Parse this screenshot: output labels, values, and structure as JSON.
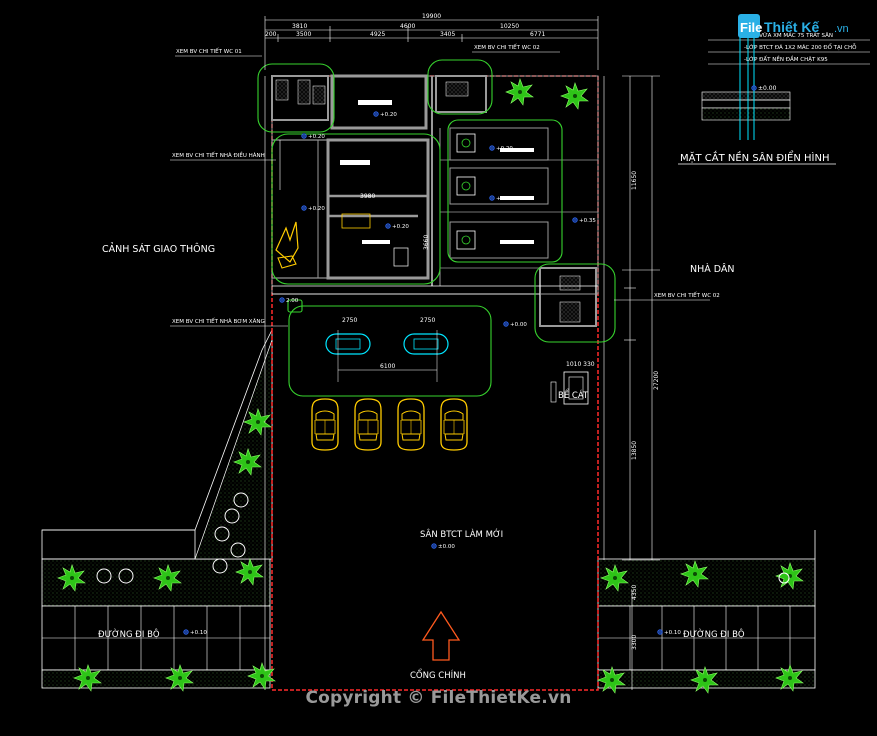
{
  "labels": {
    "canh_sat": "CẢNH SÁT GIAO THÔNG",
    "nha_dan": "NHÀ DÂN",
    "san": "SÂN BTCT LÀM MỚI",
    "cong_chinh": "CỔNG CHÍNH",
    "be_cat": "BỂ CÁT",
    "duong_di_bo_left": "ĐƯỜNG ĐI BỘ",
    "duong_di_bo_right": "ĐƯỜNG ĐI BỘ",
    "mat_cat": "MẶT CẮT NỀN SÂN ĐIỂN HÌNH"
  },
  "references": {
    "wc1": "XEM BV CHI TIẾT WC 01",
    "wc2_top": "XEM BV CHI TIẾT WC 02",
    "dieu_hanh": "XEM BV CHI TIẾT NHÀ ĐIỀU HÀNH",
    "bom_xang": "XEM BV CHI TIẾT NHÀ BƠM XĂNG",
    "wc2_right": "XEM BV CHI TIẾT WC 02"
  },
  "legend_lines": [
    "-LỚP VỮA XM MÁC 75 TRÁT SÂN",
    "-LỚP BTCT ĐÁ 1X2 MÁC 200 ĐỔ TẠI CHỖ",
    "-LỚP ĐẤT NỀN ĐẦM CHẶT K95"
  ],
  "section_level": "±0.00",
  "dimensions": {
    "top_total": "19900",
    "top_row1": [
      "3810",
      "4600",
      "10250"
    ],
    "top_row2": [
      "200",
      "3500",
      "4925",
      "3405",
      "6771"
    ],
    "right_total": "27200",
    "right_upper": "11650",
    "right_lower": "13850",
    "courtyard_width": "6100",
    "pump1": "2750",
    "pump2": "2750",
    "bottom_left_tick": "4350",
    "bottom_right_tick": "3300",
    "office_a": "3980",
    "office_b": "3660",
    "be_cat_dims": "1010 330"
  },
  "levels": {
    "office": "+0.20",
    "garage_top": "+0.20",
    "garage_mid": "+0.20",
    "right_side": "+0.35",
    "left_wing": "+0.20",
    "yard_center": "±0.00",
    "pump_area": "+0.00",
    "left_sidewalk": "+0.10",
    "right_sidewalk": "+0.10",
    "room_top": "+0.20",
    "office2": "+0.20",
    "corner": "2.00"
  },
  "colors": {
    "wall": "#9a9a9a",
    "boundary": "#ff2a2a",
    "green_line": "#37d32e",
    "dimension": "#ffffff",
    "car": "#ffcc00",
    "arrow": "#ff5a1e",
    "tree": "#2ec418",
    "cyan": "#00e5ff",
    "level_marker": "#2f6bff"
  },
  "watermark": {
    "logo_text_file": "File",
    "logo_text_thietke": "Thiết Kế",
    "logo_text_vn": ".vn",
    "copyright": "Copyright © FileThietKe.vn"
  }
}
